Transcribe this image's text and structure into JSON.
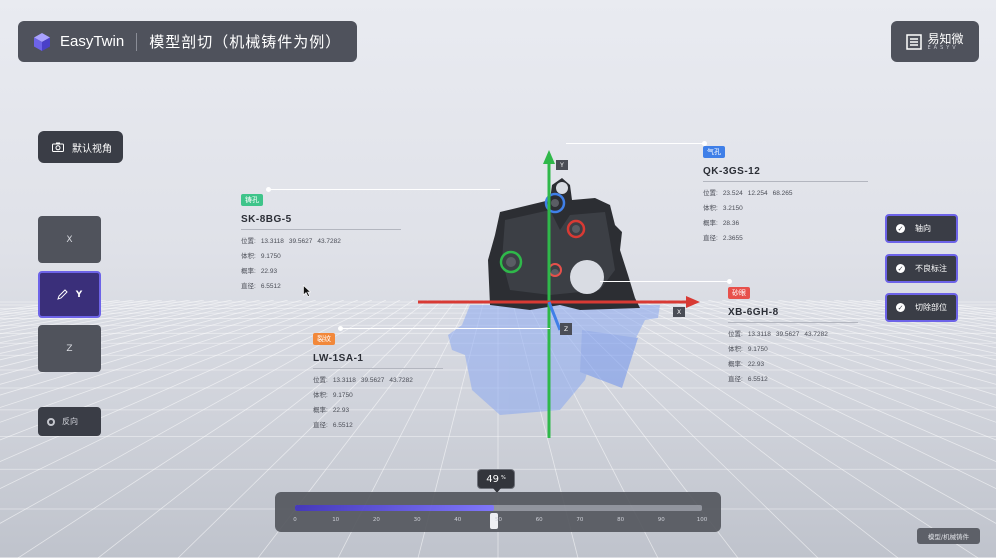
{
  "header": {
    "app_name": "EasyTwin",
    "page_title": "模型剖切（机械铸件为例）"
  },
  "brand": {
    "name_cn": "易知微",
    "name_en": "EASYV"
  },
  "left_panel": {
    "default_view_label": "默认视角",
    "axis_buttons": [
      {
        "label": "X",
        "active": false
      },
      {
        "label": "Y",
        "active": true
      },
      {
        "label": "Z",
        "active": false
      }
    ],
    "reverse_label": "反向"
  },
  "right_panel": {
    "toggles": [
      {
        "label": "轴向",
        "checked": true
      },
      {
        "label": "不良标注",
        "checked": true
      },
      {
        "label": "切除部位",
        "checked": true
      }
    ]
  },
  "annotations": [
    {
      "tag": "铸孔",
      "tag_color": "#3ec48a",
      "code": "SK-8BG-5",
      "rows": [
        {
          "k": "位置:",
          "v": [
            "13.3118",
            "39.5627",
            "43.7282"
          ]
        },
        {
          "k": "体积:",
          "v": [
            "9.1750"
          ]
        },
        {
          "k": "概率:",
          "v": [
            "22.93"
          ]
        },
        {
          "k": "直径:",
          "v": [
            "6.5512"
          ]
        }
      ]
    },
    {
      "tag": "气孔",
      "tag_color": "#3f7fe8",
      "code": "QK-3GS-12",
      "rows": [
        {
          "k": "位置:",
          "v": [
            "23.524",
            "12.254",
            "68.265"
          ]
        },
        {
          "k": "体积:",
          "v": [
            "3.2150"
          ]
        },
        {
          "k": "概率:",
          "v": [
            "28.36"
          ]
        },
        {
          "k": "直径:",
          "v": [
            "2.3655"
          ]
        }
      ]
    },
    {
      "tag": "裂纹",
      "tag_color": "#f2883a",
      "code": "LW-1SA-1",
      "rows": [
        {
          "k": "位置:",
          "v": [
            "13.3118",
            "39.5627",
            "43.7282"
          ]
        },
        {
          "k": "体积:",
          "v": [
            "9.1750"
          ]
        },
        {
          "k": "概率:",
          "v": [
            "22.93"
          ]
        },
        {
          "k": "直径:",
          "v": [
            "6.5512"
          ]
        }
      ]
    },
    {
      "tag": "砂眼",
      "tag_color": "#e7504b",
      "code": "XB-6GH-8",
      "rows": [
        {
          "k": "位置:",
          "v": [
            "13.3118",
            "39.5627",
            "43.7282"
          ]
        },
        {
          "k": "体积:",
          "v": [
            "9.1750"
          ]
        },
        {
          "k": "概率:",
          "v": [
            "22.93"
          ]
        },
        {
          "k": "直径:",
          "v": [
            "6.5512"
          ]
        }
      ]
    }
  ],
  "axes": {
    "x": "X",
    "y": "Y",
    "z": "Z"
  },
  "slider": {
    "value": 49,
    "unit": "%",
    "ticks": [
      "0",
      "10",
      "20",
      "30",
      "40",
      "50",
      "60",
      "70",
      "80",
      "90",
      "100"
    ]
  },
  "footer_tag": "模型/机械铸件",
  "colors": {
    "accent": "#6d63e8",
    "axis_x": "#d83a34",
    "axis_y": "#2fb84a",
    "axis_z": "#3f7fe8"
  }
}
